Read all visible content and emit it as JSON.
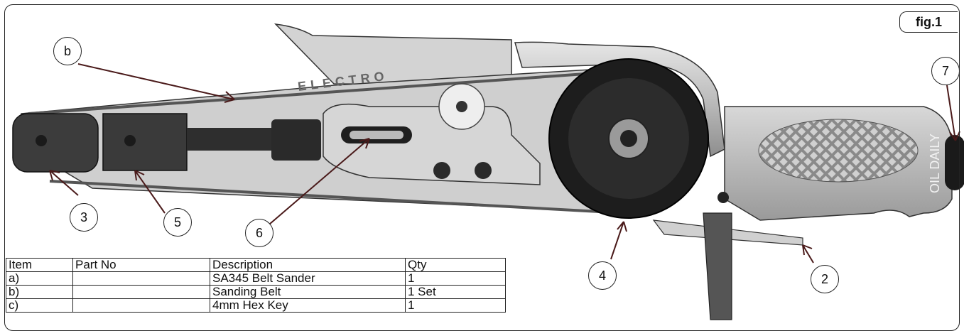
{
  "figure": {
    "tag": "fig.1",
    "tool_marking": "OIL DAILY",
    "belt_print": "ELECTRO"
  },
  "callouts": [
    {
      "id": "b",
      "label": "b"
    },
    {
      "id": "7",
      "label": "7"
    },
    {
      "id": "3",
      "label": "3"
    },
    {
      "id": "5",
      "label": "5"
    },
    {
      "id": "6",
      "label": "6"
    },
    {
      "id": "4",
      "label": "4"
    },
    {
      "id": "2",
      "label": "2"
    }
  ],
  "parts_table": {
    "headers": [
      "Item",
      "Part No",
      "Description",
      "Qty"
    ],
    "rows": [
      [
        "a)",
        "",
        "SA345 Belt Sander",
        "1"
      ],
      [
        "b)",
        "",
        "Sanding Belt",
        "1 Set"
      ],
      [
        "c)",
        "",
        "4mm Hex Key",
        "1"
      ]
    ]
  },
  "colors": {
    "line": "#222222",
    "metal_light": "#c9c9c9",
    "metal_dark": "#3a3a3a",
    "leader": "#4a1a1a"
  }
}
